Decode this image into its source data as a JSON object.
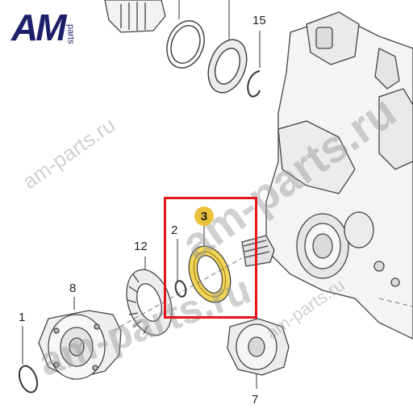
{
  "logo": {
    "main": "AM",
    "sub": "parts"
  },
  "watermarks": [
    "am-parts.ru",
    "am-parts.ru",
    "am-parts.ru",
    "am-parts.ru"
  ],
  "callouts": {
    "c15": "15",
    "c12": "12",
    "c2": "2",
    "c3": "3",
    "c8": "8",
    "c1": "1",
    "c7": "7"
  },
  "colors": {
    "highlight": "#e3161b",
    "badge": "#e9c13a",
    "logo": "#1c1f6a"
  }
}
